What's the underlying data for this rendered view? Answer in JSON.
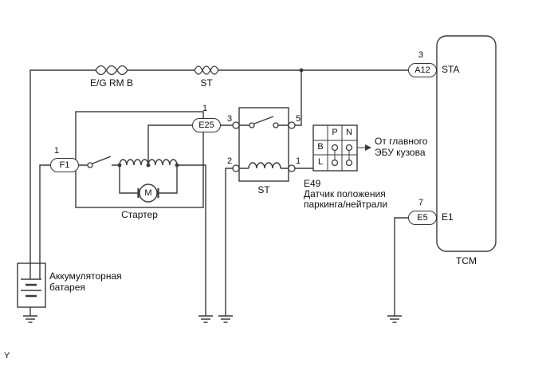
{
  "diagram": {
    "page_marker": "Y",
    "colors": {
      "line": "#3a3a3a",
      "text": "#111111",
      "background": "#ffffff"
    },
    "battery": {
      "label_line1": "Аккумуляторная",
      "label_line2": "батарея"
    },
    "fuses": {
      "fuse1": "E/G RM B",
      "fuse2": "ST"
    },
    "starter": {
      "label": "Стартер",
      "motor": "M",
      "connector_f1": "F1",
      "pin_f1": "1",
      "connector_e25": "E25",
      "pin_e25": "1"
    },
    "relay": {
      "label": "ST",
      "pin3": "3",
      "pin5": "5",
      "pin2": "2",
      "pin1": "1"
    },
    "pnp_switch": {
      "name": "E49",
      "desc_line1": "Датчик положения",
      "desc_line2": "паркинга/нейтрали",
      "col_p": "P",
      "col_n": "N",
      "row_b": "B",
      "row_l": "L",
      "note_line1": "От главного",
      "note_line2": "ЭБУ кузова"
    },
    "tcm": {
      "label": "TCM",
      "connector_a12": "A12",
      "pin_a12": "3",
      "signal_sta": "STA",
      "connector_e5": "E5",
      "pin_e5": "7",
      "signal_e1": "E1"
    }
  }
}
